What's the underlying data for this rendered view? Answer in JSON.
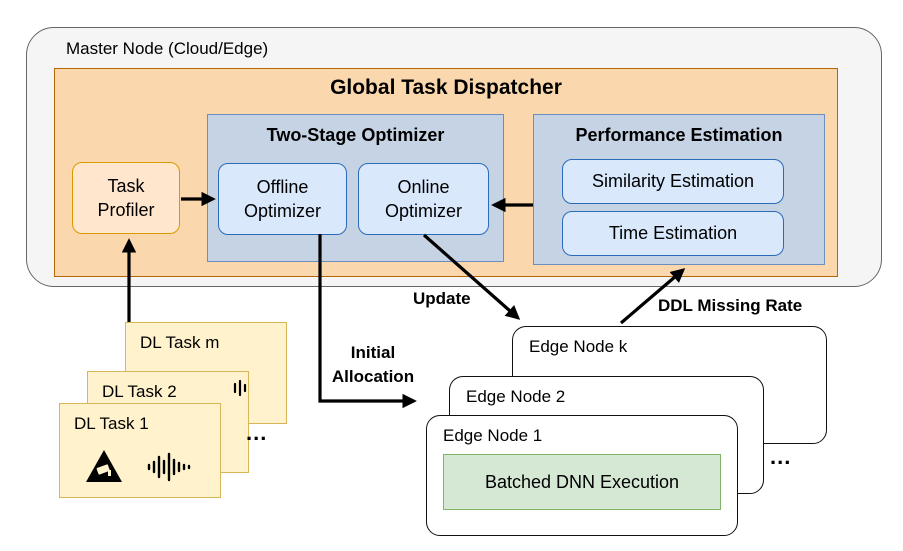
{
  "master_node": {
    "label": "Master Node (Cloud/Edge)"
  },
  "dispatcher": {
    "title": "Global Task Dispatcher"
  },
  "task_profiler": {
    "line1": "Task",
    "line2": "Profiler"
  },
  "two_stage_optimizer": {
    "title": "Two-Stage Optimizer",
    "offline": {
      "line1": "Offline",
      "line2": "Optimizer"
    },
    "online": {
      "line1": "Online",
      "line2": "Optimizer"
    }
  },
  "performance_estimation": {
    "title": "Performance Estimation",
    "similarity": "Similarity Estimation",
    "time": "Time Estimation"
  },
  "dl_tasks": {
    "m": "DL Task m",
    "two": "DL Task 2",
    "one": "DL Task 1",
    "ellipsis": "..."
  },
  "edge_nodes": {
    "k": "Edge Node k",
    "two": "Edge Node 2",
    "one": "Edge Node 1",
    "ellipsis": "...",
    "batched_execution": "Batched DNN Execution"
  },
  "arrow_labels": {
    "update": "Update",
    "ddl_missing_rate": "DDL Missing Rate",
    "initial_line1": "Initial",
    "initial_line2": "Allocation"
  },
  "icons": [
    "camera-warning-icon",
    "sound-wave-icon"
  ]
}
